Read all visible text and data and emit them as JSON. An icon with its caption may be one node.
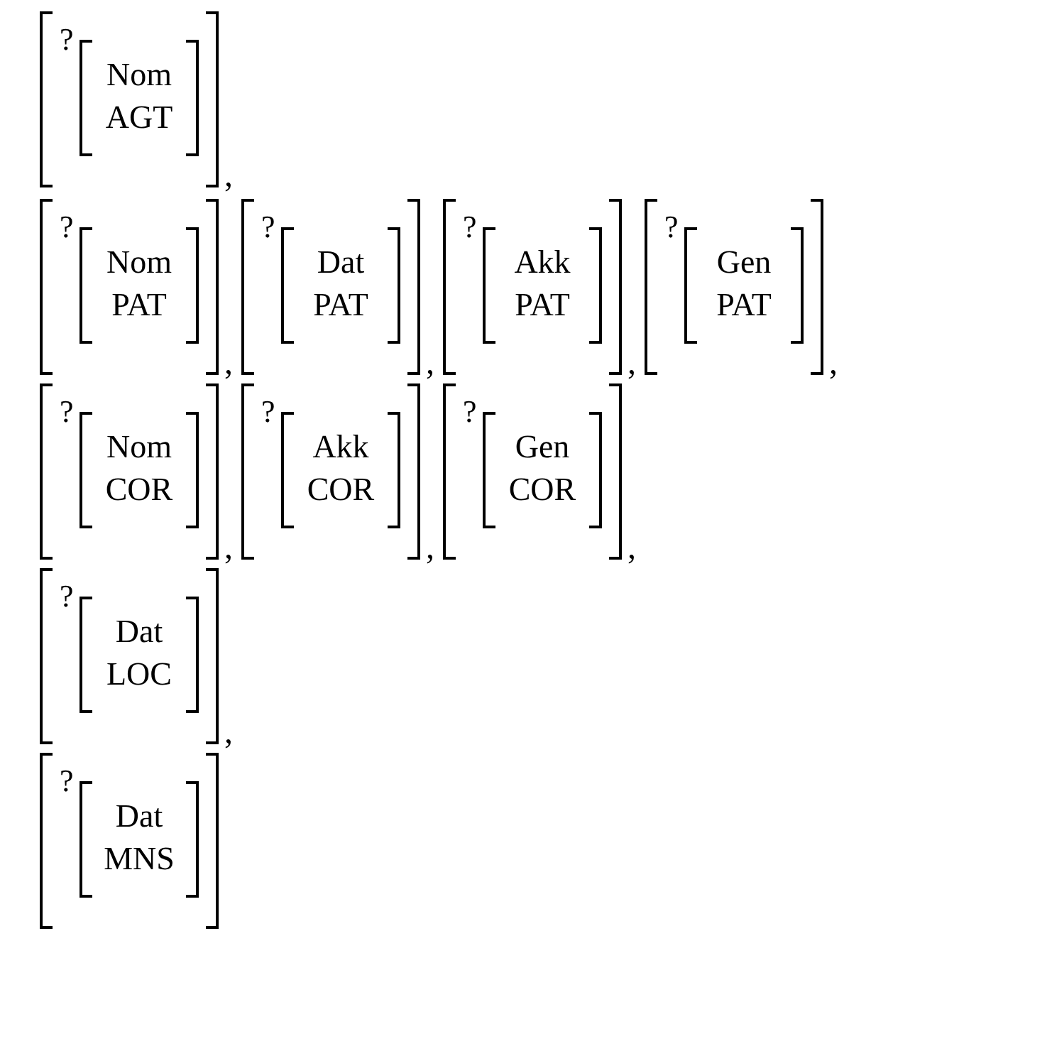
{
  "diagram": {
    "nodes": [
      {
        "text": [
          "?"
        ]
      },
      {
        "text": [
          "Nom",
          "AGT"
        ],
        "in": 0
      },
      {
        "text": [
          "?"
        ]
      },
      {
        "text": [
          "Nom",
          "PAT"
        ],
        "in": 2
      },
      {
        "text": [
          "?"
        ]
      },
      {
        "text": [
          "Dat",
          "PAT"
        ],
        "in": 4
      },
      {
        "text": [
          "?"
        ]
      },
      {
        "text": [
          "Akk",
          "PAT"
        ],
        "in": 6
      },
      {
        "text": [
          "?"
        ]
      },
      {
        "text": [
          "Gen",
          "PAT"
        ],
        "in": 8
      },
      {
        "text": [
          "?"
        ]
      },
      {
        "text": [
          "Nom",
          "COR"
        ],
        "in": 10
      },
      {
        "text": [
          "?"
        ]
      },
      {
        "text": [
          "Akk",
          "COR"
        ],
        "in": 12
      },
      {
        "text": [
          "?"
        ]
      },
      {
        "text": [
          "Gen",
          "COR"
        ],
        "in": 14
      },
      {
        "text": [
          "?"
        ]
      },
      {
        "text": [
          "Dat",
          "LOC"
        ],
        "in": 16
      },
      {
        "text": [
          "?"
        ]
      },
      {
        "text": [
          "Dat",
          "MNS"
        ],
        "in": 18
      }
    ],
    "labels": [
      ",",
      ",",
      ",",
      ",",
      ",",
      ",",
      ",",
      ",",
      ","
    ]
  }
}
